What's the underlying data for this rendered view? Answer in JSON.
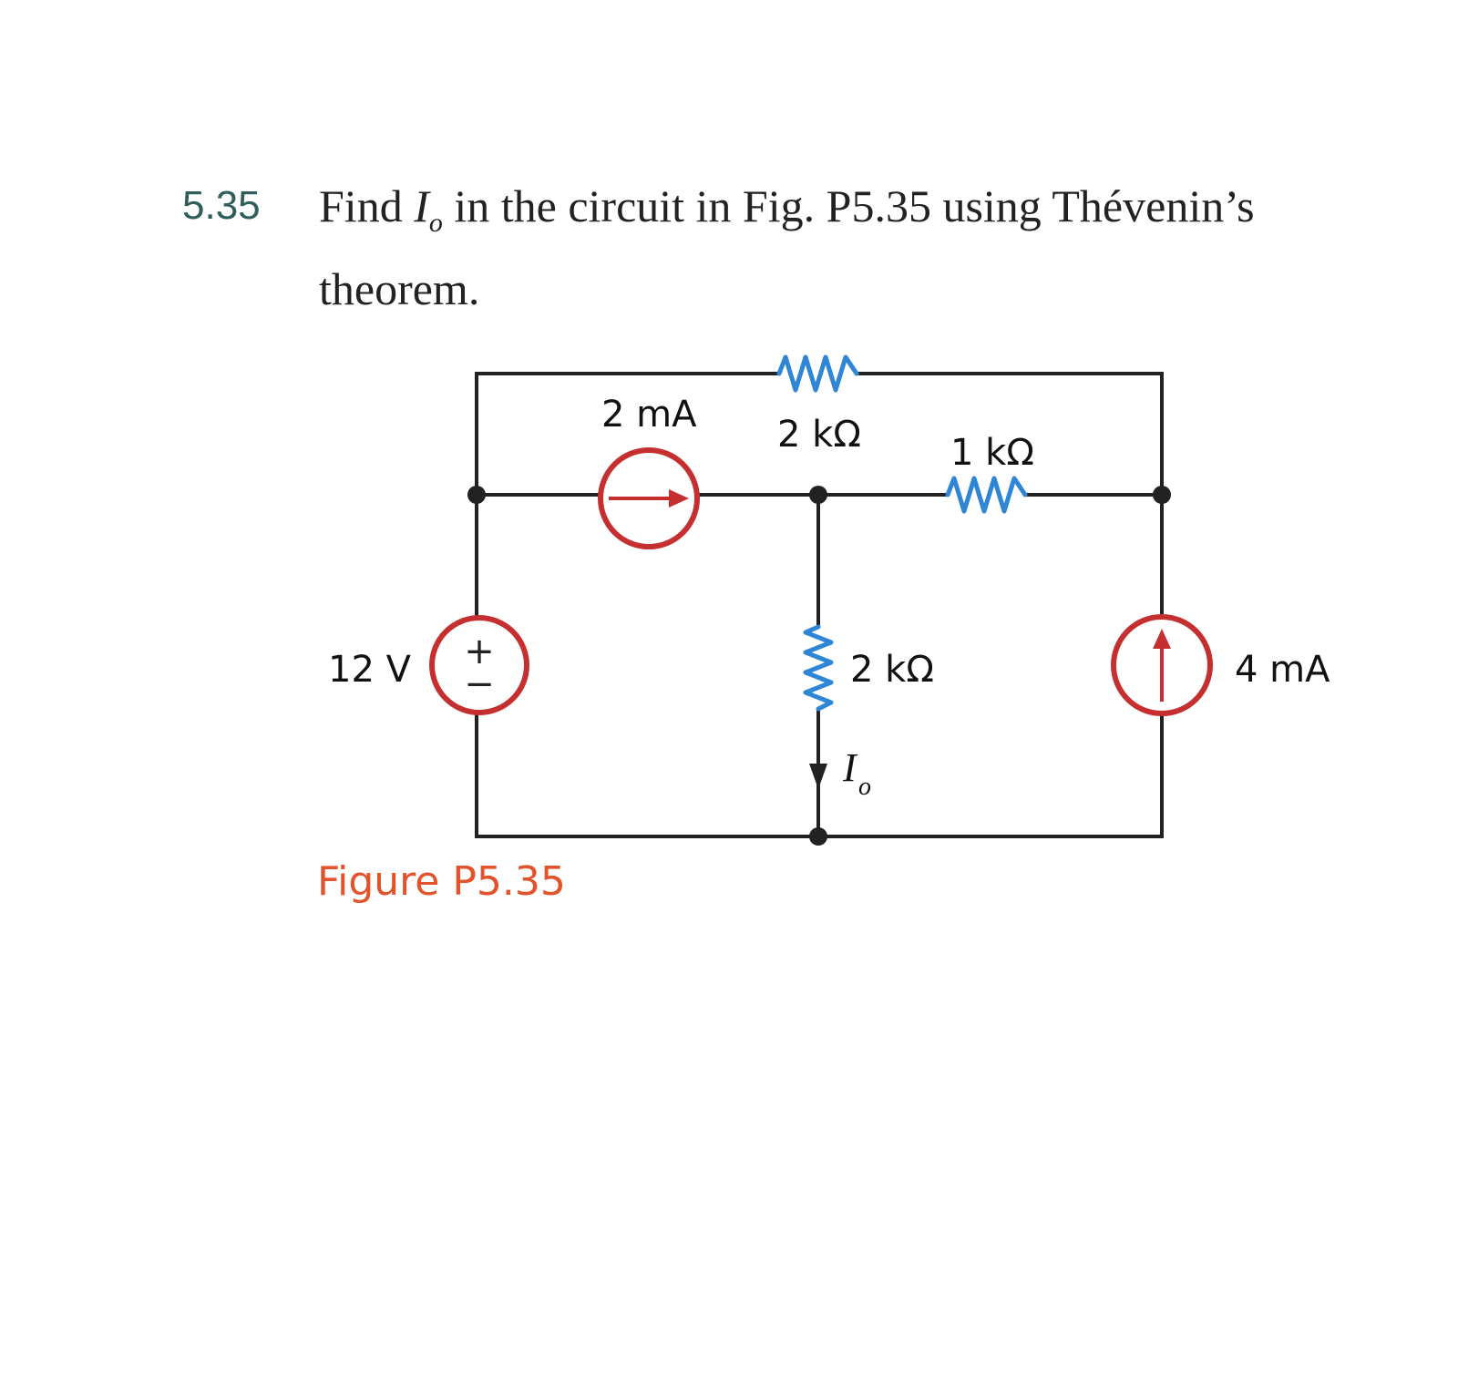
{
  "problem": {
    "number": "5.35",
    "text_before": "Find ",
    "var": "I",
    "var_sub": "o",
    "text_after": " in the circuit in Fig. P5.35 using Thévenin’s theorem."
  },
  "figure": {
    "caption": "Figure P5.35",
    "labels": {
      "current_source_left": "2 mA",
      "resistor_top": "2 kΩ",
      "resistor_mid_right": "1 kΩ",
      "resistor_vertical": "2 kΩ",
      "voltage_source": "12 V",
      "current_source_right": "4 mA",
      "io_main": "I",
      "io_sub": "o"
    },
    "polarity": {
      "plus": "+",
      "minus": "−"
    }
  },
  "colors": {
    "wire": "#222222",
    "source": "#c62f2f",
    "resistor": "#2f86d6",
    "caption": "#e2522b",
    "problem_number": "#2f5f5a"
  }
}
